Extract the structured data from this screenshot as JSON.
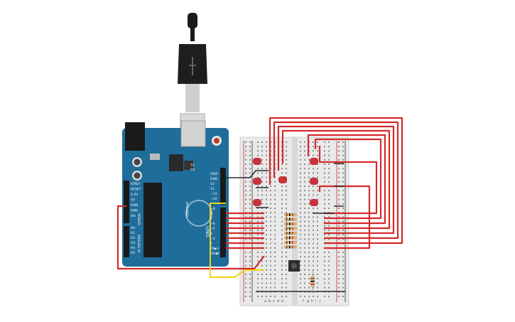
{
  "board": {
    "brand": "ARDUINO",
    "model": "UNO",
    "digital_pins": [
      "~9",
      "8",
      "7",
      "~6",
      "~5",
      "4",
      "~3",
      "2",
      "TX▶1",
      "RX◀0"
    ],
    "header_top": [
      "AREF",
      "GND",
      "13",
      "12",
      "~11",
      "~10"
    ],
    "power_pins": [
      "IOREF",
      "RESET",
      "3.3V",
      "5V",
      "GND",
      "GND",
      "Vin"
    ],
    "analog_pins": [
      "A0",
      "A1",
      "A2",
      "A3",
      "A4",
      "A5"
    ],
    "power_label": "POWER",
    "analog_label": "ANALOG IN",
    "tx_label": "TX",
    "rx_label": "RX"
  },
  "breadboard": {
    "column_letters_left": [
      "a",
      "b",
      "c",
      "d",
      "e"
    ],
    "column_letters_right": [
      "f",
      "g",
      "h",
      "i",
      "j"
    ]
  },
  "colors": {
    "board": "#1f6d9a",
    "wire_red": "#d42a2a",
    "wire_yellow": "#f2d21a",
    "wire_black": "#2b2b2b",
    "led": "#c8323a",
    "breadboard": "#e9e9e9"
  }
}
